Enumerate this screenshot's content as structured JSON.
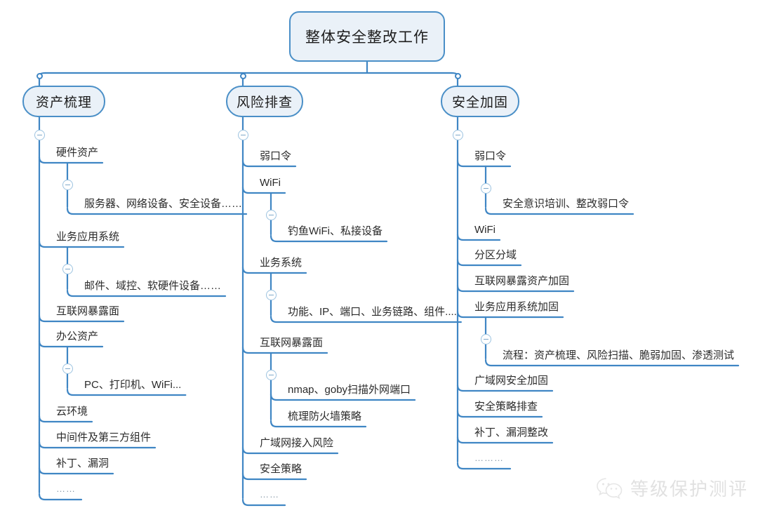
{
  "diagram": {
    "type": "mind-map",
    "title": "整体安全整改工作",
    "colors": {
      "line": "#3f86c4",
      "node_fill": "#eaf1f8",
      "node_border": "#4a8fc7",
      "text": "#2b2b2b",
      "badge_border": "#9cc3e0"
    },
    "root": {
      "label": "整体安全整改工作"
    },
    "branches": [
      {
        "label": "资产梳理",
        "children": [
          {
            "label": "硬件资产",
            "children": [
              {
                "label": "服务器、网络设备、安全设备……"
              }
            ]
          },
          {
            "label": "业务应用系统",
            "children": [
              {
                "label": "邮件、域控、软硬件设备……"
              }
            ]
          },
          {
            "label": "互联网暴露面",
            "children": []
          },
          {
            "label": "办公资产",
            "children": [
              {
                "label": "PC、打印机、WiFi..."
              }
            ]
          },
          {
            "label": "云环境",
            "children": []
          },
          {
            "label": "中间件及第三方组件",
            "children": []
          },
          {
            "label": "补丁、漏洞",
            "children": []
          },
          {
            "label": "……",
            "children": []
          }
        ]
      },
      {
        "label": "风险排查",
        "children": [
          {
            "label": "弱口令",
            "children": []
          },
          {
            "label": "WiFi",
            "children": [
              {
                "label": "钓鱼WiFi、私接设备"
              }
            ]
          },
          {
            "label": "业务系统",
            "children": [
              {
                "label": "功能、IP、端口、业务链路、组件...."
              }
            ]
          },
          {
            "label": "互联网暴露面",
            "children": [
              {
                "label": "nmap、goby扫描外网端口"
              },
              {
                "label": "梳理防火墙策略"
              }
            ]
          },
          {
            "label": "广域网接入风险",
            "children": []
          },
          {
            "label": "安全策略",
            "children": []
          },
          {
            "label": "……",
            "children": []
          }
        ]
      },
      {
        "label": "安全加固",
        "children": [
          {
            "label": "弱口令",
            "children": [
              {
                "label": "安全意识培训、整改弱口令"
              }
            ]
          },
          {
            "label": "WiFi",
            "children": []
          },
          {
            "label": "分区分域",
            "children": []
          },
          {
            "label": "互联网暴露资产加固",
            "children": []
          },
          {
            "label": "业务应用系统加固",
            "children": [
              {
                "label": "流程：资产梳理、风险扫描、脆弱加固、渗透测试"
              }
            ]
          },
          {
            "label": "广域网安全加固",
            "children": []
          },
          {
            "label": "安全策略排查",
            "children": []
          },
          {
            "label": "补丁、漏洞整改",
            "children": []
          },
          {
            "label": "………",
            "children": []
          }
        ]
      }
    ]
  },
  "watermark": {
    "text": "等级保护测评",
    "icon": "wechat-icon"
  }
}
